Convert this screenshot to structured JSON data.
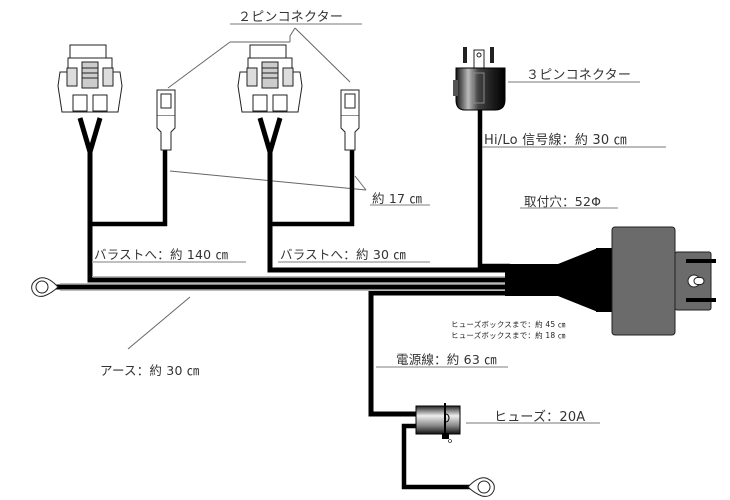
{
  "title": "Wiring harness diagram",
  "labels": {
    "two_pin_connector": "２ピンコネクター",
    "three_pin_connector": "３ピンコネクター",
    "hilo_signal": "Hi/Lo 信号線：約 30 ㎝",
    "length_17": "約 17 ㎝",
    "mount_hole": "取付穴：52Φ",
    "ballast_140": "バラストへ：約 140 ㎝",
    "ballast_30": "バラストへ：約 30 ㎝",
    "fusebox_45": "ヒューズボックスまで：約 45 ㎝",
    "fusebox_18": "ヒューズボックスまで：約 18 ㎝",
    "power_line": "電源線：約 63 ㎝",
    "ground": "アース：約 30 ㎝",
    "fuse": "ヒューズ：20A"
  },
  "components": [
    {
      "name": "H4 coupler (left)",
      "icon": "two-pin-coupler"
    },
    {
      "name": "2-pin terminal (left)",
      "icon": "spade-terminal"
    },
    {
      "name": "H4 coupler (right)",
      "icon": "two-pin-coupler"
    },
    {
      "name": "2-pin terminal (right)",
      "icon": "spade-terminal"
    },
    {
      "name": "3-pin connector",
      "icon": "h4-plug"
    },
    {
      "name": "Relay unit",
      "icon": "relay-box"
    },
    {
      "name": "Fuse holder",
      "icon": "fuse-holder"
    },
    {
      "name": "Ground ring terminal",
      "icon": "ring-terminal"
    },
    {
      "name": "Battery ring terminal",
      "icon": "ring-terminal"
    }
  ],
  "colors": {
    "wire": "#000000",
    "leader": "#555555",
    "underline": "#aaaaaa",
    "relay": "#6b6b6b",
    "relay_dark": "#4a4a4a"
  }
}
